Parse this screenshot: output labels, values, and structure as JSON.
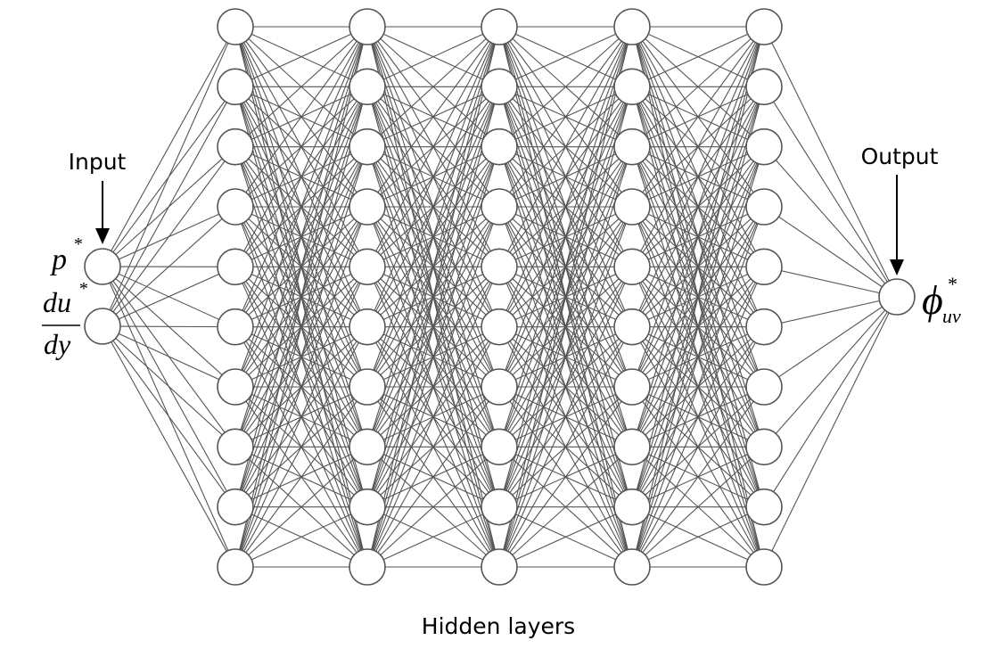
{
  "labels": {
    "input": "Input",
    "output": "Output",
    "hidden": "Hidden layers"
  },
  "inputs": {
    "p_base": "p",
    "p_sup": "*",
    "frac_num_base": "du",
    "frac_num_sup": "*",
    "frac_den": "dy"
  },
  "output_symbol": {
    "base": "ϕ",
    "sup": "*",
    "sub": "uv"
  },
  "network": {
    "input_nodes": 2,
    "hidden_layers": 5,
    "nodes_per_hidden_layer": 10,
    "output_nodes": 1
  },
  "colors": {
    "edge": "#555555",
    "node_stroke": "#555555",
    "node_fill": "#ffffff",
    "text": "#000000"
  }
}
